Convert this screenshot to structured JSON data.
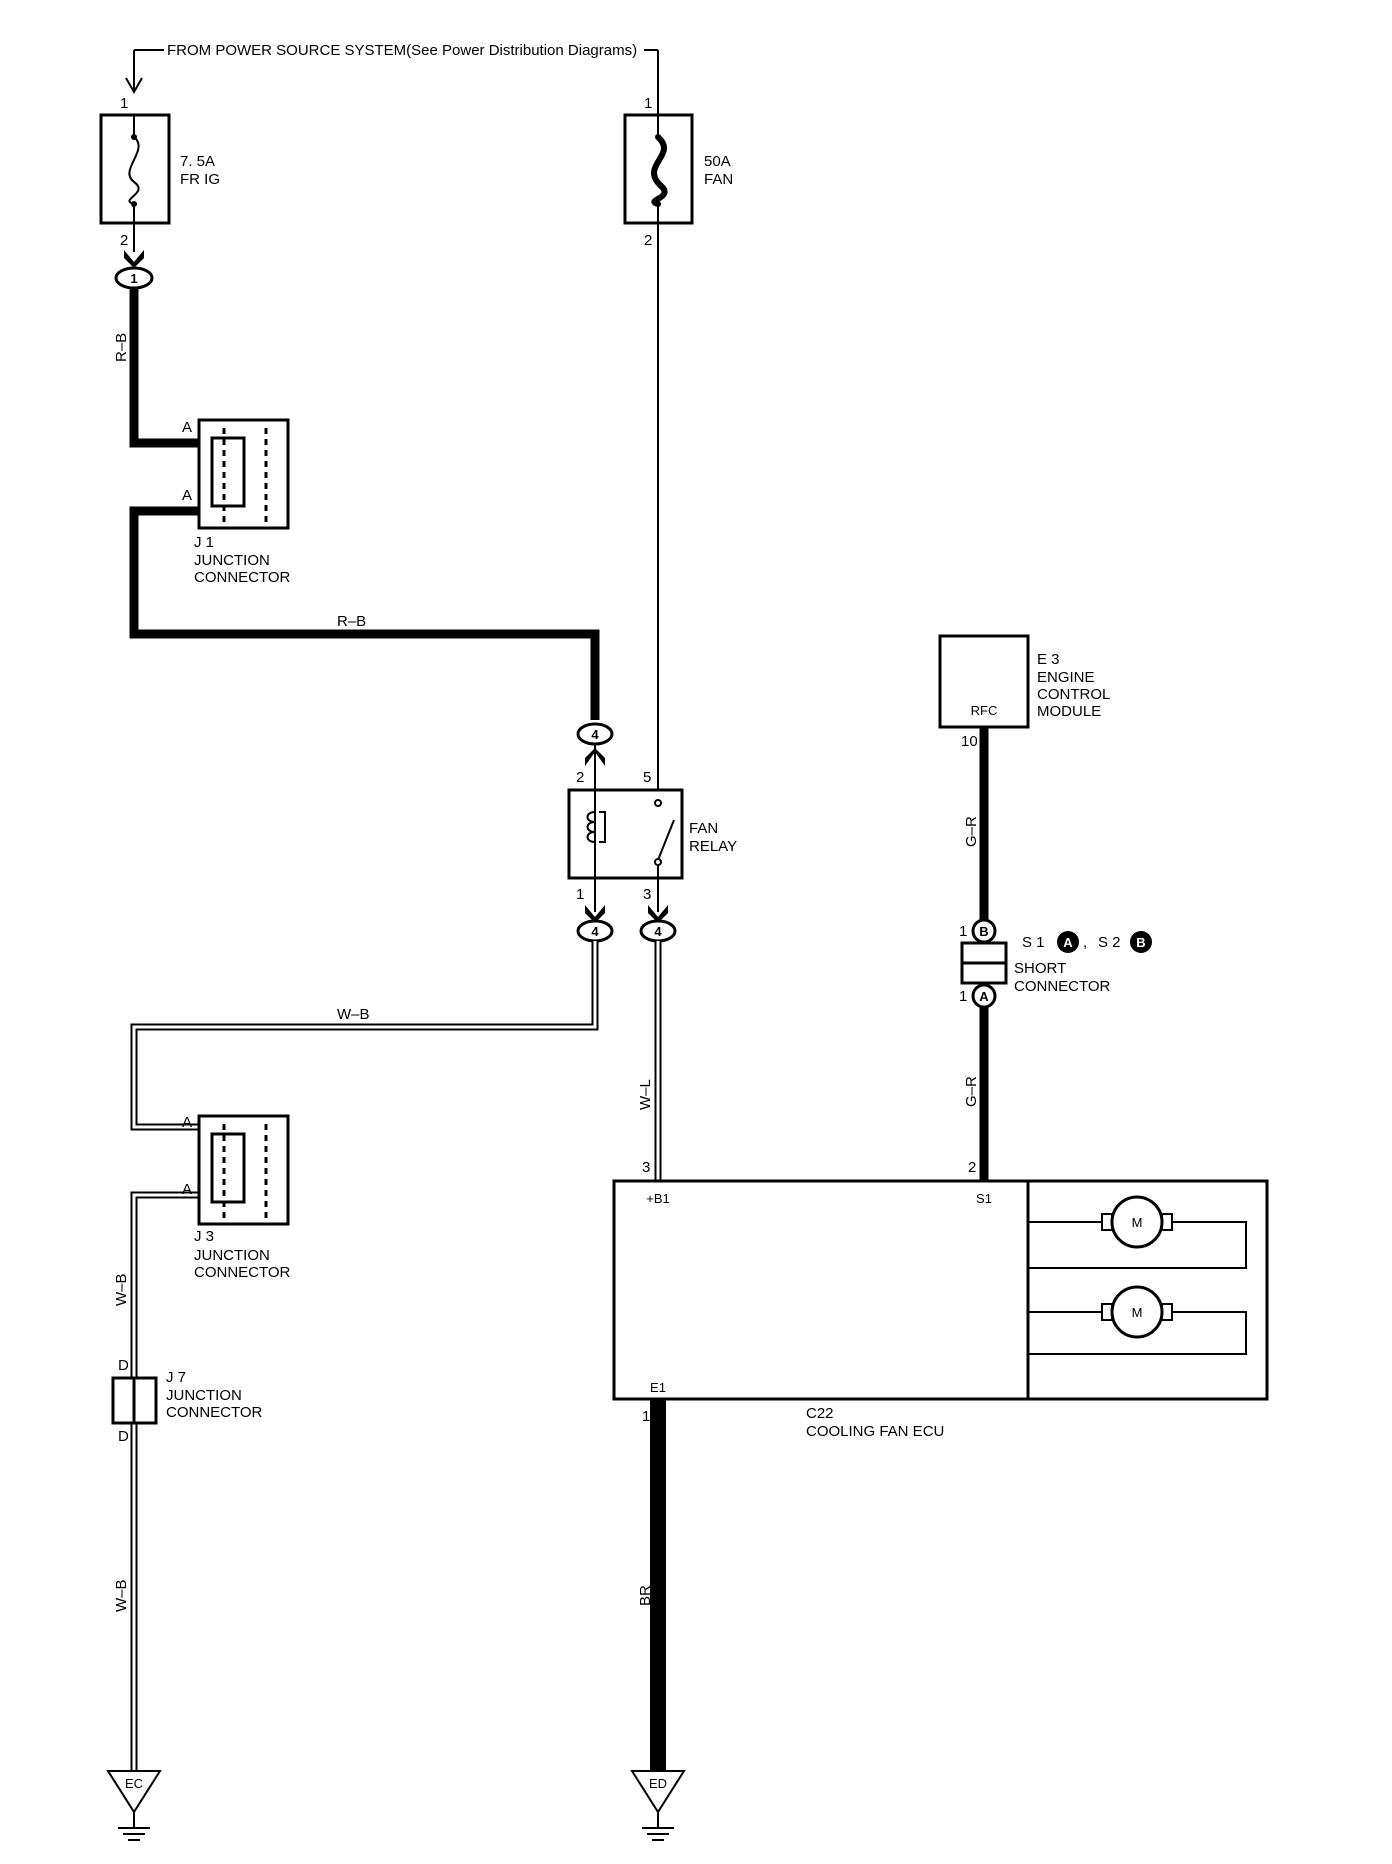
{
  "power_source_label": "FROM POWER SOURCE SYSTEM(See Power Distribution Diagrams)",
  "fuse_frig": {
    "rating": "7. 5A",
    "name": "FR IG",
    "pin_top": "1",
    "pin_bottom": "2"
  },
  "fuse_fan": {
    "rating": "50A",
    "name": "FAN",
    "pin_top": "1",
    "pin_bottom": "2"
  },
  "oval_1": "1",
  "oval_4_top": "4",
  "oval_4_left": "4",
  "oval_4_right": "4",
  "wire_rb_vertical": "R–B",
  "wire_rb_horizontal": "R–B",
  "wire_wb_horizontal": "W–B",
  "wire_wb_vertical_1": "W–B",
  "wire_wb_vertical_2": "W–B",
  "wire_wl": "W–L",
  "wire_gr_1": "G–R",
  "wire_gr_2": "G–R",
  "wire_br": "BR",
  "j1": {
    "id": "J 1",
    "line1": "JUNCTION",
    "line2": "CONNECTOR",
    "pin_a1": "A",
    "pin_a2": "A"
  },
  "j3": {
    "id": "J 3",
    "line1": "JUNCTION",
    "line2": "CONNECTOR",
    "pin_a1": "A",
    "pin_a2": "A"
  },
  "j7": {
    "id": "J 7",
    "line1": "JUNCTION",
    "line2": "CONNECTOR",
    "pin_d1": "D",
    "pin_d2": "D"
  },
  "fan_relay": {
    "line1": "FAN",
    "line2": "RELAY",
    "pin_2": "2",
    "pin_5": "5",
    "pin_1": "1",
    "pin_3": "3"
  },
  "ecm": {
    "id": "E 3",
    "line1": "ENGINE",
    "line2": "CONTROL",
    "line3": "MODULE",
    "terminal": "RFC",
    "pin": "10"
  },
  "short_connector": {
    "pin_top": "1",
    "pin_bottom": "1",
    "letter_top": "B",
    "letter_bottom": "A",
    "s1": "S 1",
    "s2": "S 2",
    "sep": ",",
    "line1": "SHORT",
    "line2": "CONNECTOR"
  },
  "cooling_fan_ecu": {
    "id": "C22",
    "name": "COOLING FAN ECU",
    "t_b1": "+B1",
    "t_s1": "S1",
    "t_e1": "E1",
    "pin_b1": "3",
    "pin_s1": "2",
    "pin_e1": "1",
    "motor1": "M",
    "motor2": "M"
  },
  "ground_ec": "EC",
  "ground_ed": "ED"
}
